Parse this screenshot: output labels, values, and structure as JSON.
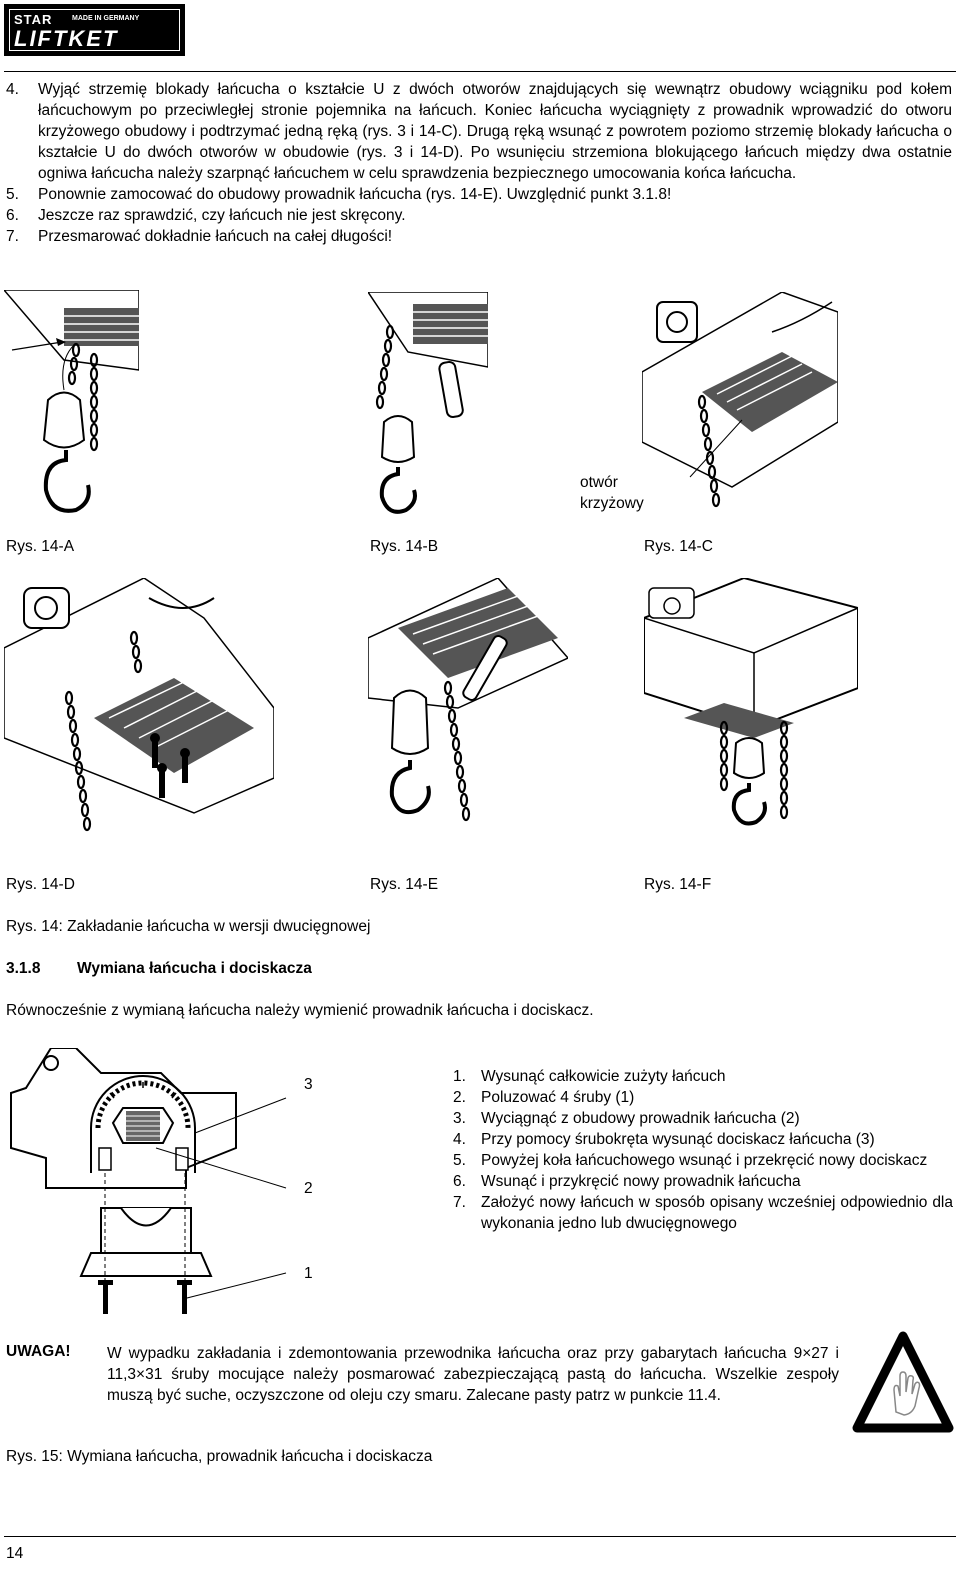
{
  "header": {
    "logo_top": "STAR",
    "logo_made": "MADE IN GERMANY",
    "logo_bottom": "LIFTKET"
  },
  "steps_top": [
    {
      "num": "4.",
      "text": "Wyjąć strzemię blokady łańcucha o kształcie U z dwóch otworów znajdujących się wewnątrz obudowy wciągniku pod kołem łańcuchowym  po przeciwległej stronie pojemnika na łańcuch. Koniec łańcucha wyciągnięty z prowadnik wprowadzić do otworu krzyżowego obudowy i podtrzymać jedną ręką (rys. 3 i 14-C). Drugą ręką wsunąć z powrotem poziomo strzemię blokady łańcucha o kształcie U do dwóch otworów w obudowie (rys. 3 i 14-D). Po wsunięciu strzemiona blokującego łańcuch między dwa ostatnie ogniwa łańcucha należy szarpnąć łańcuchem w celu sprawdzenia bezpiecznego umocowania końca łańcucha."
    },
    {
      "num": "5.",
      "text": "Ponownie zamocować do obudowy prowadnik łańcucha (rys. 14-E). Uwzględnić punkt 3.1.8!"
    },
    {
      "num": "6.",
      "text": "Jeszcze raz sprawdzić, czy łańcuch nie jest skręcony."
    },
    {
      "num": "7.",
      "text": "Przesmarować dokładnie łańcuch na całej długości!"
    }
  ],
  "figures": {
    "a": "Rys. 14-A",
    "b": "Rys. 14-B",
    "c": "Rys. 14-C",
    "d": "Rys. 14-D",
    "e": "Rys. 14-E",
    "f": "Rys. 14-F",
    "c_label_1": "otwór",
    "c_label_2": "krzyżowy"
  },
  "fig14_caption": "Rys. 14: Zakładanie łańcucha w wersji dwucięgnowej",
  "section": {
    "number": "3.1.8",
    "title": "Wymiana łańcucha i dociskacza"
  },
  "intro": "Równocześnie z wymianą łańcucha należy wymienić prowadnik łańcucha i dociskacz.",
  "fig15_labels": {
    "l3": "3",
    "l2": "2",
    "l1": "1"
  },
  "steps_bottom": [
    {
      "num": "1.",
      "text": "Wysunąć całkowicie zużyty łańcuch"
    },
    {
      "num": "2.",
      "text": "Poluzować 4 śruby (1)"
    },
    {
      "num": "3.",
      "text": "Wyciągnąć z obudowy prowadnik łańcucha (2)"
    },
    {
      "num": "4.",
      "text": "Przy pomocy śrubokręta wysunąć dociskacz łańcucha (3)"
    },
    {
      "num": "5.",
      "text": "Powyżej koła łańcuchowego wsunąć i przekręcić nowy dociskacz"
    },
    {
      "num": "6.",
      "text": "Wsunąć i przykręcić nowy prowadnik łańcucha"
    },
    {
      "num": "7.",
      "text": "Założyć nowy łańcuch w sposób opisany wcześniej odpowiednio dla wykonania jedno lub dwucięgnowego"
    }
  ],
  "warning": {
    "label": "UWAGA!",
    "text": "W wypadku zakładania i zdemontowania przewodnika łańcucha oraz przy gabarytach łańcucha 9×27 i 11,3×31 śruby mocujące należy posmarować zabezpieczającą pastą do łańcucha. Wszelkie zespoły muszą być suche, oczyszczone od oleju czy smaru. Zalecane pasty patrz w punkcie 11.4."
  },
  "fig15_caption": "Rys. 15: Wymiana łańcucha, prowadnik łańcucha i dociskacza",
  "footer": {
    "page_number": "14"
  }
}
